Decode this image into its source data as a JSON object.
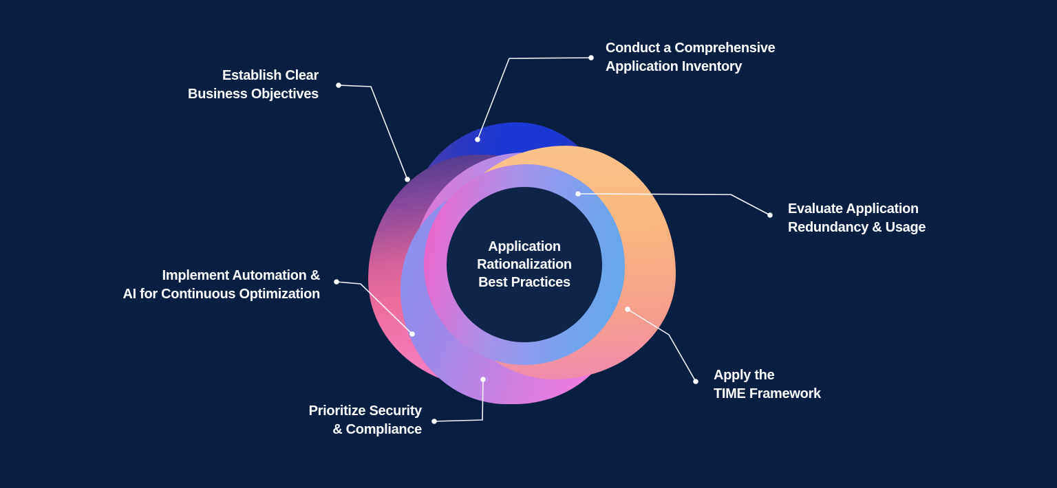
{
  "title": "Application Rationalization Best Practices",
  "colors": {
    "background": "#081f41",
    "hub_circle": "#0e2549",
    "text": "#ffffff",
    "leader_line": "#f2f4f8",
    "blue_blob": "#1b37d4",
    "purple_edge": "#63409c",
    "pink_blob": "#f47ab8",
    "magenta_inner": "#f45fc6",
    "lavender_blob": "#a295ec",
    "periwinkle_blob": "#8a90ee",
    "orange_blob_top": "#f9b67e",
    "orange_blob_bottom": "#f18ab0",
    "light_blue_inner": "#65a8e9"
  },
  "center": {
    "line1": "Application",
    "line2": "Rationalization",
    "line3": "Best Practices"
  },
  "callouts": [
    {
      "id": "establish-objectives",
      "line1": "Establish Clear",
      "line2": "Business Objectives"
    },
    {
      "id": "application-inventory",
      "line1": "Conduct a Comprehensive",
      "line2": "Application Inventory"
    },
    {
      "id": "redundancy-usage",
      "line1": "Evaluate Application",
      "line2": "Redundancy & Usage"
    },
    {
      "id": "time-framework",
      "line1": "Apply the",
      "line2": "TIME Framework"
    },
    {
      "id": "security-compliance",
      "line1": "Prioritize Security",
      "line2": "& Compliance"
    },
    {
      "id": "automation-ai",
      "line1": "Implement Automation &",
      "line2": "AI for Continuous Optimization"
    }
  ]
}
